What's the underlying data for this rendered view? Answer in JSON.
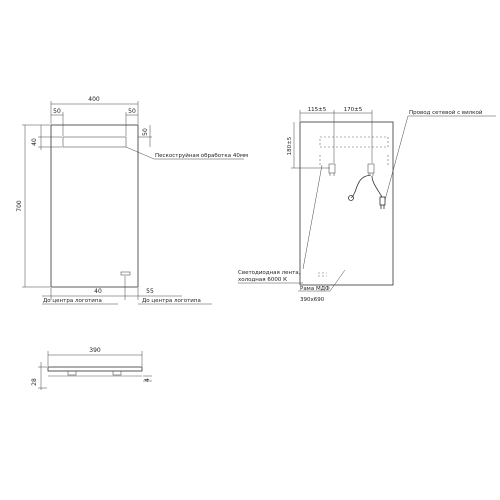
{
  "front_view": {
    "dim_width": "400",
    "dim_left_margin": "50",
    "dim_right_margin": "50",
    "dim_top_margin": "40",
    "dim_side_50": "50",
    "dim_height": "700",
    "label_sandblast": "Пескоструйная обработка 40мм",
    "dim_bottom_40": "40",
    "dim_bottom_55": "55",
    "label_logo_left": "До центра логотипа",
    "label_logo_right": "До центра логотипа"
  },
  "back_view": {
    "dim_115": "115±5",
    "dim_170": "170±5",
    "dim_180": "180±5",
    "label_power_cord": "Провод сетевой с вилкой",
    "label_led_line1": "Светодиодная лента,",
    "label_led_line2": "холодная 6000 К",
    "label_frame_line1": "Рама МДФ",
    "label_frame_line2": "390x690"
  },
  "top_view": {
    "dim_width": "390",
    "dim_depth": "28",
    "dim_4": "4"
  }
}
